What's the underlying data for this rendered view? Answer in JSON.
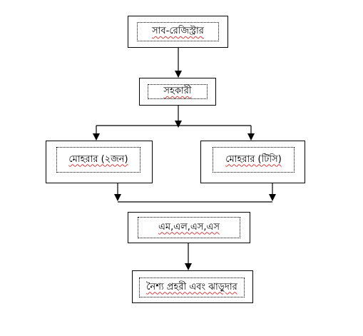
{
  "diagram": {
    "nodes": [
      {
        "id": "sub_registrar",
        "label": "সাব-রেজিস্ট্রার"
      },
      {
        "id": "assistant",
        "label": "সহকারী"
      },
      {
        "id": "clerk_2",
        "label": "মোহরার (২জন)"
      },
      {
        "id": "clerk_tc",
        "label": "মোহরার (টিসি)"
      },
      {
        "id": "mlss",
        "label": "এম,এল,এস,এস"
      },
      {
        "id": "guard_sweeper",
        "label": "নৈশ্য প্রহরী এবং ঝাড়ুদার"
      }
    ],
    "edges": [
      {
        "from": "sub_registrar",
        "to": "assistant"
      },
      {
        "from": "assistant",
        "to": "clerk_2"
      },
      {
        "from": "assistant",
        "to": "clerk_tc"
      },
      {
        "from": "clerk_2",
        "to": "mlss"
      },
      {
        "from": "clerk_tc",
        "to": "mlss"
      },
      {
        "from": "mlss",
        "to": "guard_sweeper"
      }
    ]
  }
}
